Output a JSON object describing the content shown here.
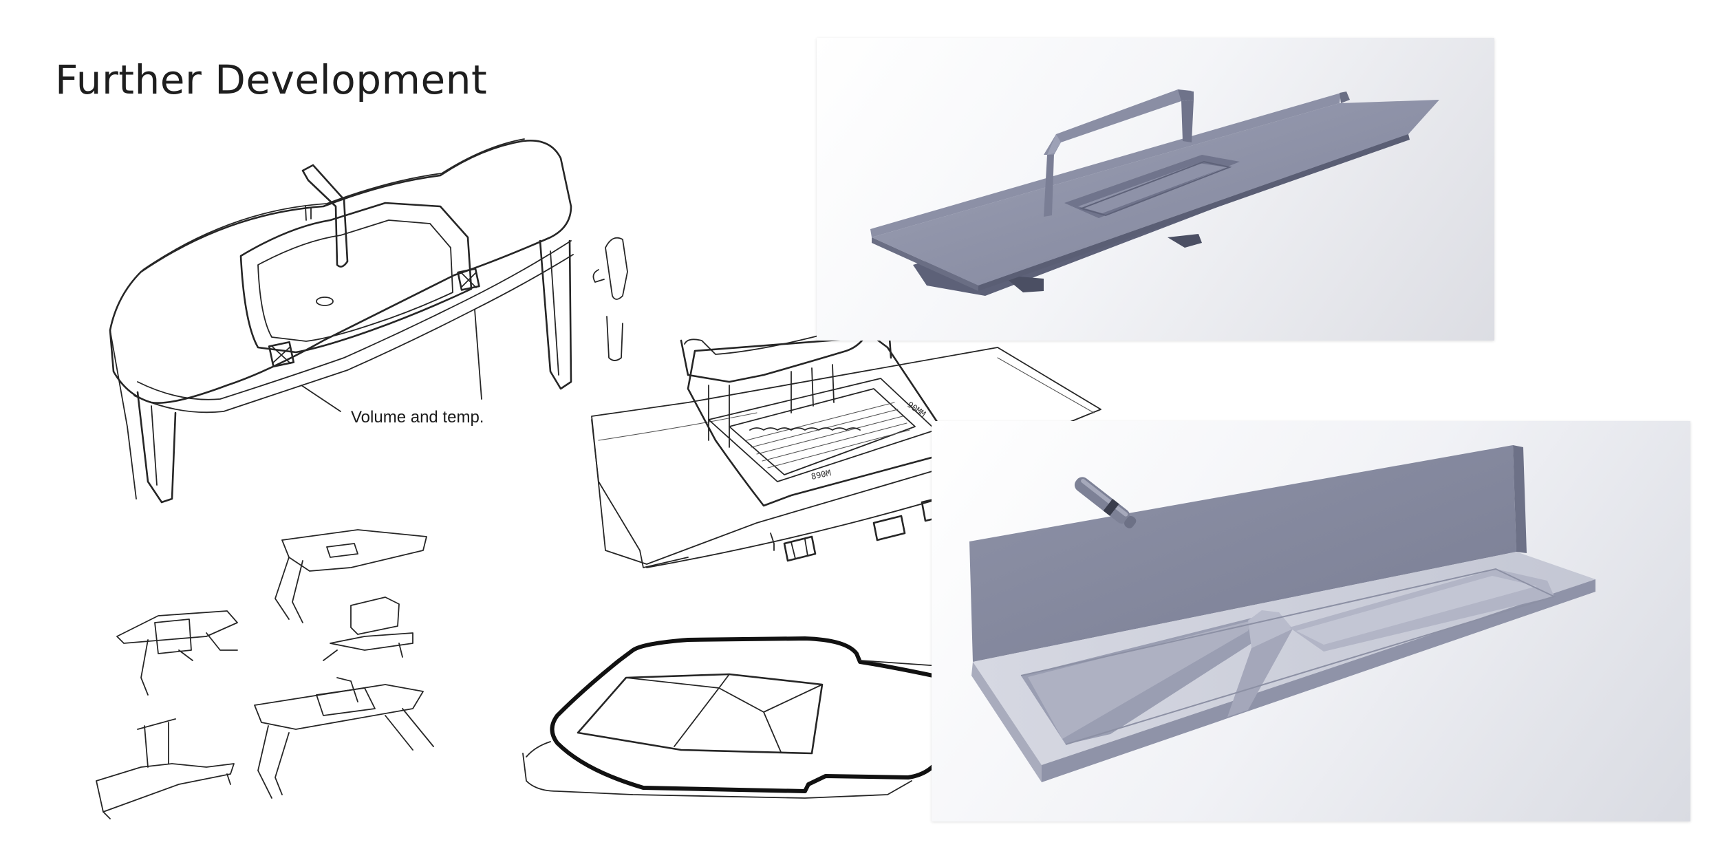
{
  "page": {
    "title": "Further Development"
  },
  "annotations": {
    "main_sketch_label": "Volume and temp."
  },
  "sketch_marks": {
    "depth_label": "90MM",
    "width_label": "890M"
  },
  "renders": {
    "top": {
      "icon": "cad-render-sink-with-bridge-faucet"
    },
    "bottom": {
      "icon": "cad-render-sink-with-backsplash"
    }
  }
}
